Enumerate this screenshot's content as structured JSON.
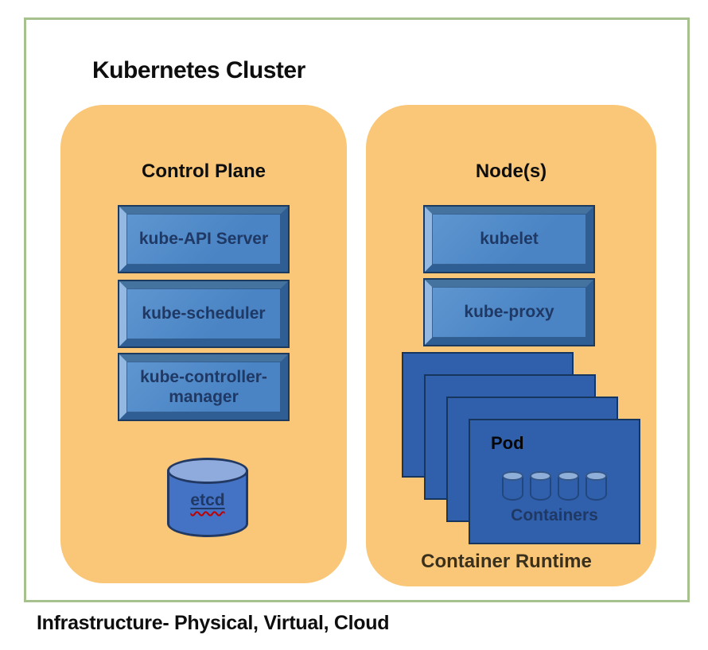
{
  "diagram": {
    "title": "Kubernetes Cluster",
    "footer": "Infrastructure- Physical, Virtual, Cloud",
    "control_plane": {
      "title": "Control Plane",
      "components": [
        "kube-API Server",
        "kube-scheduler",
        "kube-controller-manager"
      ],
      "datastore_label": "etcd"
    },
    "nodes": {
      "title": "Node(s)",
      "components": [
        "kubelet",
        "kube-proxy"
      ],
      "pod": {
        "label": "Pod",
        "containers_label": "Containers",
        "container_count": 4,
        "pod_stack_count": 4
      },
      "runtime_label": "Container Runtime"
    },
    "colors": {
      "panel_orange": "#F9C777",
      "box_face_blue": "#4A84C4",
      "bevel_light": "#93B9E2",
      "bevel_top": "#44739F",
      "bevel_dark": "#2F5E94",
      "box_outline": "#1C3A5E",
      "pod_blue": "#3060AC",
      "pod_outline": "#17365D",
      "cylinder_blue": "#4472C4",
      "cylinder_top": "#8FAADC",
      "cylinder_mini_top": "#8FAFD9",
      "outline_navy": "#223A63",
      "text_navy": "#1F3864",
      "border_green": "#A6C18D",
      "text_black": "#0E0E0E",
      "runtime_text": "#3A301C"
    }
  }
}
